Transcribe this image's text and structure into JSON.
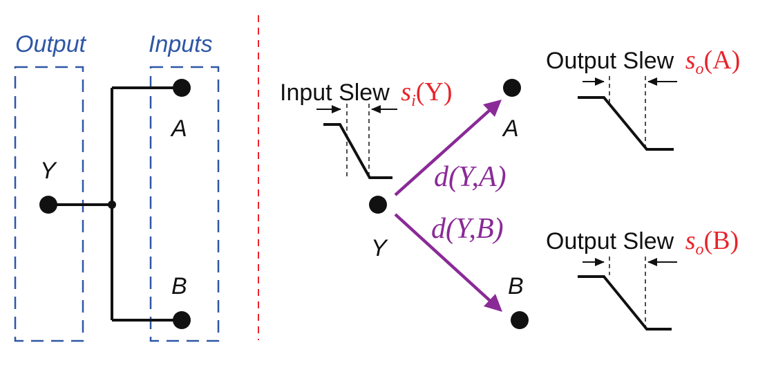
{
  "left_panel": {
    "output_title": "Output",
    "inputs_title": "Inputs",
    "node_y": "Y",
    "node_a": "A",
    "node_b": "B"
  },
  "right_panel": {
    "input_slew_text": "Input Slew",
    "input_slew_symbol": "s",
    "input_slew_sub": "i",
    "input_slew_arg": "(Y)",
    "node_y": "Y",
    "node_a": "A",
    "node_b": "B",
    "delay_a": "d(Y,A)",
    "delay_b": "d(Y,B)",
    "output_slew_a_text": "Output Slew",
    "output_slew_a_symbol": "s",
    "output_slew_a_sub": "o",
    "output_slew_a_arg": "(A)",
    "output_slew_b_text": "Output Slew",
    "output_slew_b_symbol": "s",
    "output_slew_b_sub": "o",
    "output_slew_b_arg": "(B)"
  },
  "colors": {
    "box_blue": "#2e56a6",
    "divider_red": "#e8232b",
    "arrow_purple": "#8a2a97",
    "wire": "#111111"
  }
}
